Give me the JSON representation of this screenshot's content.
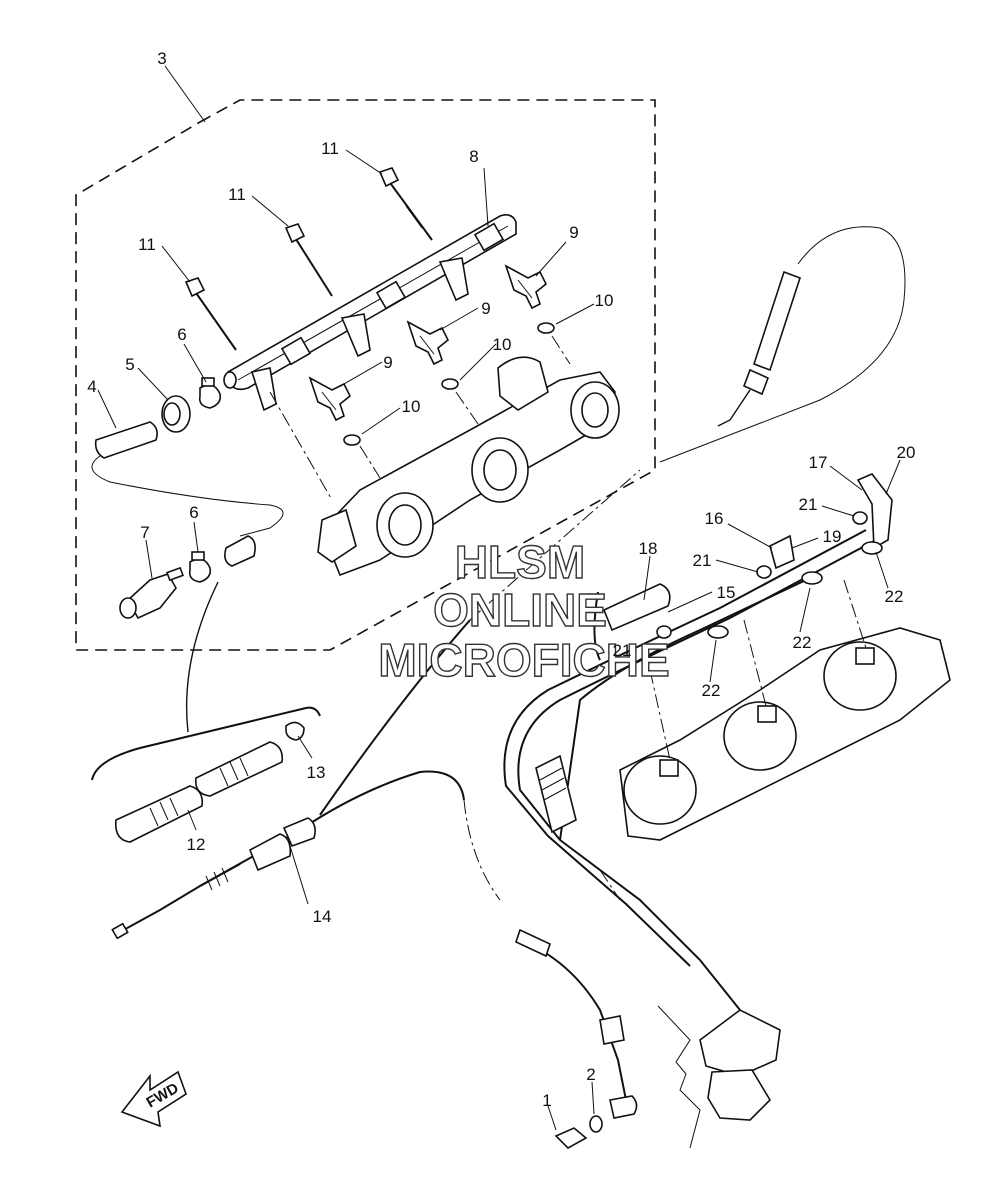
{
  "watermark": {
    "line1": "HLSM",
    "line2": "ONLINE",
    "line3": "MICROFICHE"
  },
  "direction_arrow": {
    "label": "FWD"
  },
  "callouts": [
    {
      "id": "c3",
      "label": "3"
    },
    {
      "id": "c8",
      "label": "8"
    },
    {
      "id": "c11a",
      "label": "11"
    },
    {
      "id": "c11b",
      "label": "11"
    },
    {
      "id": "c11c",
      "label": "11"
    },
    {
      "id": "c9a",
      "label": "9"
    },
    {
      "id": "c9b",
      "label": "9"
    },
    {
      "id": "c9c",
      "label": "9"
    },
    {
      "id": "c10a",
      "label": "10"
    },
    {
      "id": "c10b",
      "label": "10"
    },
    {
      "id": "c10c",
      "label": "10"
    },
    {
      "id": "c6a",
      "label": "6"
    },
    {
      "id": "c6b",
      "label": "6"
    },
    {
      "id": "c5",
      "label": "5"
    },
    {
      "id": "c4",
      "label": "4"
    },
    {
      "id": "c7",
      "label": "7"
    },
    {
      "id": "c13",
      "label": "13"
    },
    {
      "id": "c12",
      "label": "12"
    },
    {
      "id": "c14",
      "label": "14"
    },
    {
      "id": "c17",
      "label": "17"
    },
    {
      "id": "c20",
      "label": "20"
    },
    {
      "id": "c21a",
      "label": "21"
    },
    {
      "id": "c21b",
      "label": "21"
    },
    {
      "id": "c21c",
      "label": "21"
    },
    {
      "id": "c16",
      "label": "16"
    },
    {
      "id": "c19",
      "label": "19"
    },
    {
      "id": "c18",
      "label": "18"
    },
    {
      "id": "c15",
      "label": "15"
    },
    {
      "id": "c22a",
      "label": "22"
    },
    {
      "id": "c22b",
      "label": "22"
    },
    {
      "id": "c22c",
      "label": "22"
    },
    {
      "id": "c1",
      "label": "1"
    },
    {
      "id": "c2",
      "label": "2"
    }
  ]
}
